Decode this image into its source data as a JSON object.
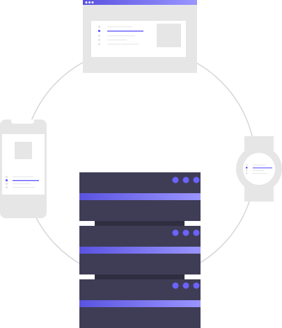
{
  "scene": {
    "colors": {
      "accent": "#6c63ff",
      "accent_light": "#8f8aff",
      "device_gray": "#e6e6e6",
      "screen_white": "#ffffff",
      "line_gray": "#e6e6e6",
      "ring_stroke": "#d6d6d6",
      "server_dark": "#3f3d56",
      "server_darker": "#2f2e41",
      "lamp": "#6c63ff"
    },
    "servers": [
      {
        "lamps": 3
      },
      {
        "lamps": 3
      },
      {
        "lamps": 3
      }
    ]
  }
}
